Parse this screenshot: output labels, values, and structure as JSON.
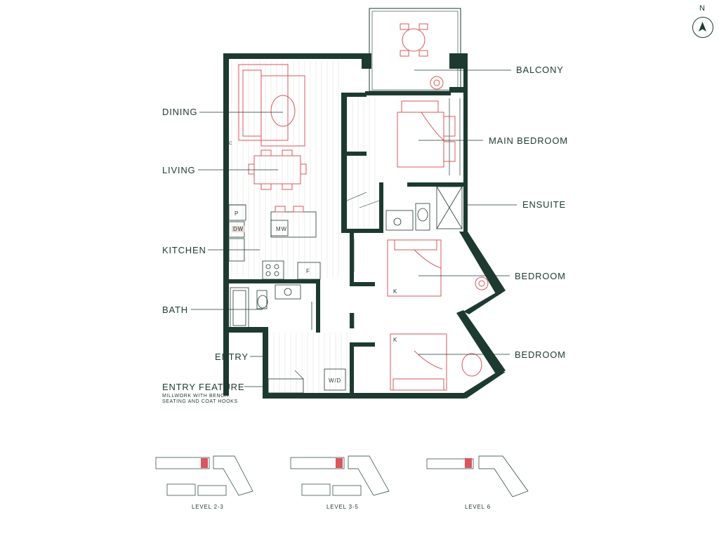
{
  "compass": {
    "label": "N",
    "icon": "north-arrow-icon"
  },
  "rooms": {
    "balcony": "BALCONY",
    "dining": "DINING",
    "main_bedroom": "MAIN BEDROOM",
    "living": "LIVING",
    "ensuite": "ENSUITE",
    "kitchen": "KITCHEN",
    "bedroom_1": "BEDROOM",
    "bath": "BATH",
    "entry": "ENTRY",
    "bedroom_2": "BEDROOM",
    "entry_feature": "ENTRY FEATURE",
    "entry_feature_note_1": "MILLWORK WITH BENCH",
    "entry_feature_note_2": "SEATING AND COAT HOOKS"
  },
  "fixtures": {
    "pantry": "P",
    "dishwasher": "DW",
    "microwave": "MW",
    "fridge": "F",
    "washer_dryer": "W/D",
    "k_label_1": "K",
    "k_label_2": "K",
    "closet": "C"
  },
  "levels": [
    "LEVEL 2-3",
    "LEVEL 3-5",
    "LEVEL 6"
  ],
  "colors": {
    "wall": "#1d3a31",
    "furniture": "#d9575c",
    "highlight": "#d9575c",
    "text": "#1d3a31"
  }
}
